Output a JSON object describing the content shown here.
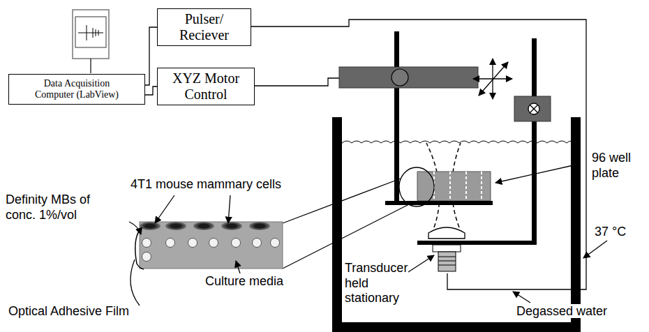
{
  "diagram": {
    "nodes": [
      {
        "text": [
          "Data Acquisition Computer (LabView)"
        ]
      },
      {
        "text": [
          "Pulser/ Reciever"
        ]
      },
      {
        "text": [
          "XYZ Motor Control"
        ]
      }
    ],
    "edges": [
      {
        "from": 0,
        "to": 1,
        "arrow": "none"
      },
      {
        "from": 0,
        "to": 2,
        "arrow": "none"
      }
    ],
    "labels": [
      "96 well plate",
      "4T1 mouse mammary cells",
      "Definity MBs of conc. 1%/vol",
      "Transducer held stationary",
      "Culture media",
      "37 °C",
      "Optical Adhesive Film",
      "Degassed water"
    ]
  }
}
